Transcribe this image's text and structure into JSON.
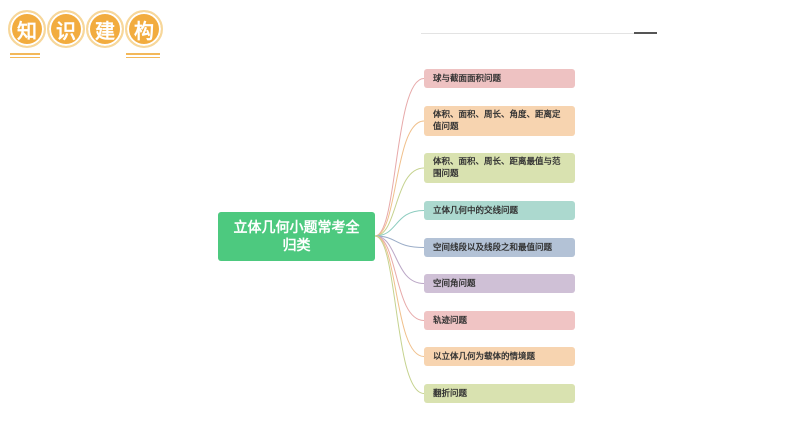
{
  "header": {
    "title_chars": [
      "知",
      "识",
      "建",
      "构"
    ]
  },
  "mindmap": {
    "root": {
      "label": "立体几何小题常考全归类",
      "color": "#4dc97f"
    },
    "branches": [
      {
        "label": "球与截面面积问题",
        "color": "#eec2c2",
        "line": "#e7a9a9"
      },
      {
        "label": "体积、面积、周长、角度、距离定值问题",
        "color": "#f7d4b0",
        "line": "#f0c08c"
      },
      {
        "label": "体积、面积、周长、距离最值与范围问题",
        "color": "#d9e2b0",
        "line": "#c5d28e"
      },
      {
        "label": "立体几何中的交线问题",
        "color": "#acd9cf",
        "line": "#8cccbf"
      },
      {
        "label": "空间线段以及线段之和最值问题",
        "color": "#b3c2d6",
        "line": "#9badc8"
      },
      {
        "label": "空间角问题",
        "color": "#cfc0d6",
        "line": "#bba7c6"
      },
      {
        "label": "轨迹问题",
        "color": "#f0c4c4",
        "line": "#e7a9a9"
      },
      {
        "label": "以立体几何为载体的情境题",
        "color": "#f7d4b0",
        "line": "#f0c08c"
      },
      {
        "label": "翻折问题",
        "color": "#d9e2b0",
        "line": "#c5d28e"
      }
    ]
  }
}
